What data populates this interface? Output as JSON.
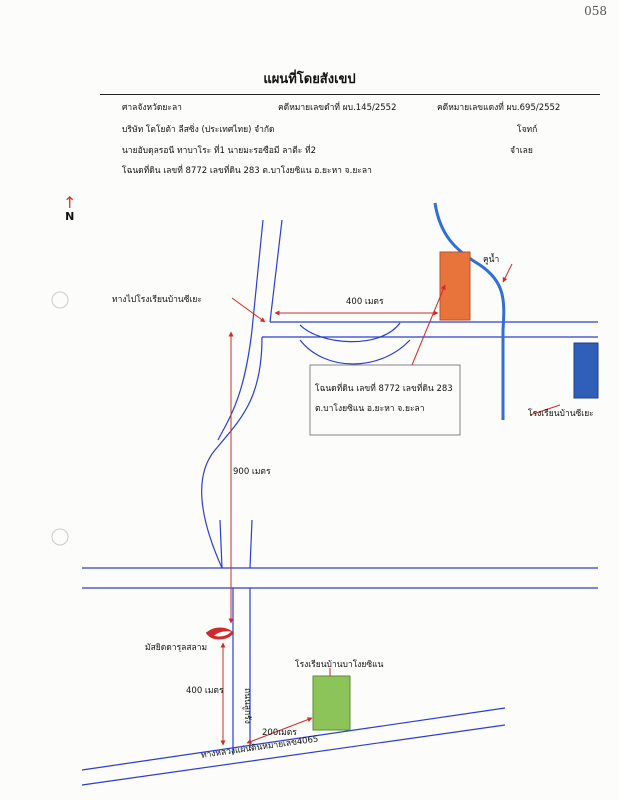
{
  "page_number": "058",
  "title": "แผนที่โดยสังเขป",
  "header": {
    "court": "ศาลจังหวัดยะลา",
    "black_case": "คดีหมายเลขดำที่ ผบ.145/2552",
    "red_case": "คดีหมายเลขแดงที่ ผบ.695/2552",
    "plaintiff_name": "บริษัท โตโยต้า ลีสซิ่ง (ประเทศไทย) จำกัด",
    "plaintiff_role": "โจทก์",
    "defendant_name": "นายอับดุลรอนี ทาบาโระ ที่1  นายมะรอซือมี ลาตีะ ที่2",
    "defendant_role": "จำเลย",
    "land_deed": "โฉนดที่ดิน เลขที่ 8772 เลขที่ดิน 283 ต.บาโงยซิแน อ.ยะหา จ.ยะลา"
  },
  "map": {
    "north_label": "N",
    "road_to_school_label": "ทางไปโรงเรียนบ้านซีเยะ",
    "distance_400_top": "400 เมตร",
    "canal_label": "คูน้ำ",
    "deed_box_line1": "โฉนดที่ดิน เลขที่ 8772 เลขที่ดิน 283",
    "deed_box_line2": "ต.บาโงยซิแน อ.ยะหา จ.ยะลา",
    "school_siyae": "โรงเรียนบ้านซีเยะ",
    "distance_900": "900 เมตร",
    "mosque": "มัสยิดดารุลสลาม",
    "school_bangoi": "โรงเรียนบ้านบาโงยซิแน",
    "distance_400_bottom": "400 เมตร",
    "vertical_road": "ถนนลูกรัง",
    "distance_200": "200เมตร",
    "highway": "ทางหลวงแผ่นดินหมายเลข4065"
  },
  "colors": {
    "road": "#2a3fd0",
    "canal": "#2f6fd6",
    "arrow": "#d22a2a",
    "plot": "#e8743b",
    "school_siyae": "#2f5fb8",
    "school_bangoi": "#8cc45a"
  }
}
